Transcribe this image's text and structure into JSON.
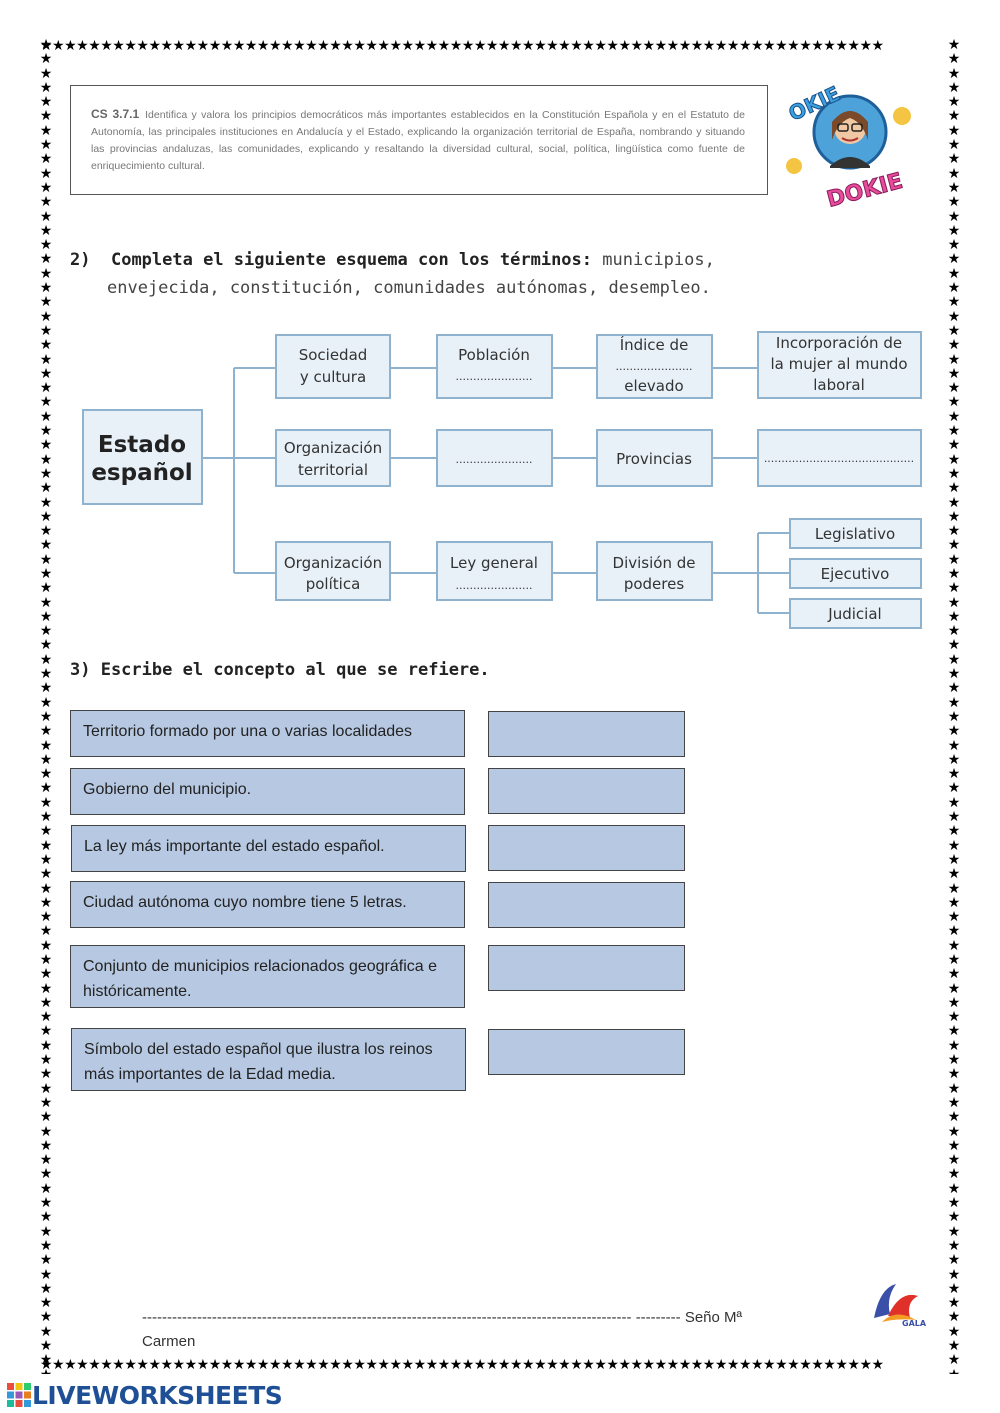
{
  "border": {
    "star": "★"
  },
  "standard": {
    "code": "CS 3.7.1",
    "text": "Identifica y valora los principios democráticos más importantes establecidos en la Constitución Española y en el Estatuto de Autonomía, las principales instituciones en Andalucía y el Estado, explicando la organización territorial de España, nombrando y situando las provincias andaluzas, las comunidades, explicando y resaltando la diversidad cultural, social, política, lingüística  como fuente de enriquecimiento cultural."
  },
  "logo": {
    "line1": "OKIE",
    "line2": "DOKIE"
  },
  "question2": {
    "number": "2)",
    "instruction": "Completa el siguiente esquema con los términos:",
    "terms_line1": "municipios,",
    "terms_line2": "envejecida, constitución, comunidades autónomas, desempleo."
  },
  "diagram": {
    "root": [
      "Estado",
      "español"
    ],
    "row1": {
      "a": [
        "Sociedad",
        "y cultura"
      ],
      "b": "Población",
      "c_top": "Índice de",
      "c_bottom": "elevado",
      "d": [
        "Incorporación de",
        "la mujer al mundo",
        "laboral"
      ]
    },
    "row2": {
      "a": [
        "Organización",
        "territorial"
      ],
      "c": "Provincias"
    },
    "row3": {
      "a": [
        "Organización",
        "política"
      ],
      "b": "Ley general",
      "c": [
        "División de",
        "poderes"
      ],
      "d1": "Legislativo",
      "d2": "Ejecutivo",
      "d3": "Judicial"
    },
    "blank_short": "......................",
    "blank_long": "..........................................."
  },
  "question3": {
    "title": "3) Escribe el concepto al que se refiere.",
    "items": [
      "Territorio formado por una o varias localidades",
      "Gobierno del municipio.",
      "La ley más importante del estado español.",
      "Ciudad autónoma cuyo nombre tiene 5 letras.",
      "Conjunto de municipios relacionados geográfica e históricamente.",
      "Símbolo del estado español que ilustra los reinos más importantes de la Edad media."
    ]
  },
  "footer": {
    "dashes": "--------------------------------------------------------------------------------------------------  ---------  Seño  Mª",
    "name": "Carmen",
    "school_logo": "GALA"
  },
  "brand": {
    "name": "LIVEWORKSHEETS"
  },
  "colors": {
    "box_fill": "#b7c9e2",
    "diagram_box": "#e8f1f8",
    "brand_blue": "#1f4f95"
  }
}
